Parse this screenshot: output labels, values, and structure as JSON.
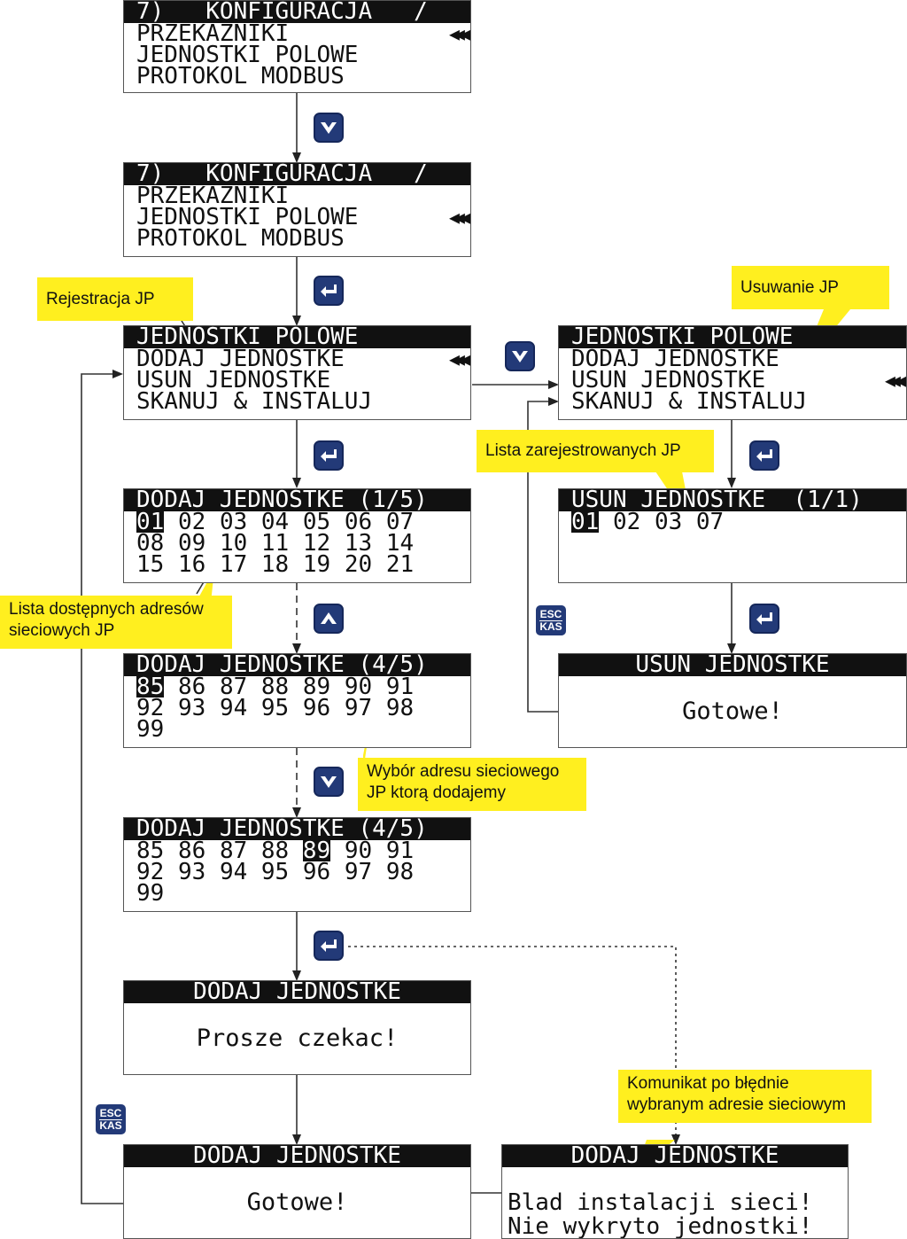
{
  "screens": {
    "konf1": {
      "header": "7)   KONFIGURACJA   /",
      "rows": [
        "PRZEKAZNIKI",
        "JEDNOSTKI POLOWE",
        "PROTOKOL MODBUS"
      ],
      "pointer_row": 0
    },
    "konf2": {
      "header": "7)   KONFIGURACJA   /",
      "rows": [
        "PRZEKAZNIKI",
        "JEDNOSTKI POLOWE",
        "PROTOKOL MODBUS"
      ],
      "pointer_row": 1
    },
    "jp_left": {
      "header": "JEDNOSTKI POLOWE",
      "rows": [
        "DODAJ JEDNOSTKE",
        "USUN JEDNOSTKE",
        "SKANUJ & INSTALUJ"
      ],
      "pointer_row": 0
    },
    "jp_right": {
      "header": "JEDNOSTKI POLOWE",
      "rows": [
        "DODAJ JEDNOSTKE",
        "USUN JEDNOSTKE",
        "SKANUJ & INSTALUJ"
      ],
      "pointer_row": 1
    },
    "dodaj_1": {
      "header": "DODAJ JEDNOSTKE (1/5)",
      "rows": [
        [
          "01",
          "02",
          "03",
          "04",
          "05",
          "06",
          "07"
        ],
        [
          "08",
          "09",
          "10",
          "11",
          "12",
          "13",
          "14"
        ],
        [
          "15",
          "16",
          "17",
          "18",
          "19",
          "20",
          "21"
        ]
      ],
      "selected": "01"
    },
    "dodaj_4a": {
      "header": "DODAJ JEDNOSTKE (4/5)",
      "rows": [
        [
          "85",
          "86",
          "87",
          "88",
          "89",
          "90",
          "91"
        ],
        [
          "92",
          "93",
          "94",
          "95",
          "96",
          "97",
          "98"
        ],
        [
          "99"
        ]
      ],
      "selected": "85"
    },
    "dodaj_4b": {
      "header": "DODAJ JEDNOSTKE (4/5)",
      "rows": [
        [
          "85",
          "86",
          "87",
          "88",
          "89",
          "90",
          "91"
        ],
        [
          "92",
          "93",
          "94",
          "95",
          "96",
          "97",
          "98"
        ],
        [
          "99"
        ]
      ],
      "selected": "89"
    },
    "usun_list": {
      "header": "USUN JEDNOSTKE  (1/1)",
      "rows": [
        [
          "01",
          "02",
          "03",
          "07"
        ]
      ],
      "selected": "01"
    },
    "usun_done": {
      "header": "USUN JEDNOSTKE",
      "message": "Gotowe!"
    },
    "dodaj_wait": {
      "header": "DODAJ JEDNOSTKE",
      "message": "Prosze czekac!"
    },
    "dodaj_done": {
      "header": "DODAJ JEDNOSTKE",
      "message": "Gotowe!"
    },
    "dodaj_error": {
      "header": "DODAJ JEDNOSTKE",
      "lines": [
        "Blad instalacji sieci!",
        "Nie wykryto jednostki!"
      ]
    }
  },
  "keys": {
    "esc_top": "ESC",
    "esc_bottom": "KAS"
  },
  "notes": {
    "rejestracja": "Rejestracja JP",
    "usuwanie": "Usuwanie JP",
    "lista_zarejestrowanych": "Lista zarejestrowanych JP",
    "lista_dostepnych": [
      "Lista dostępnych adresów",
      "sieciowych JP"
    ],
    "wybor_adresu": [
      "Wybór adresu sieciowego",
      "JP ktorą dodajemy"
    ],
    "komunikat": [
      "Komunikat po błędnie",
      "wybranym adresie sieciowym"
    ]
  },
  "colors": {
    "key_blue": "#233a78",
    "note_yellow": "#ffef1f",
    "lcd_dark": "#111111"
  },
  "icons": {
    "down_key": "chevron-down-icon",
    "up_key": "chevron-up-icon",
    "enter_key": "enter-icon",
    "esc_key": "esc-kas-icon",
    "menu_pointer": "triple-left-arrow-icon"
  }
}
